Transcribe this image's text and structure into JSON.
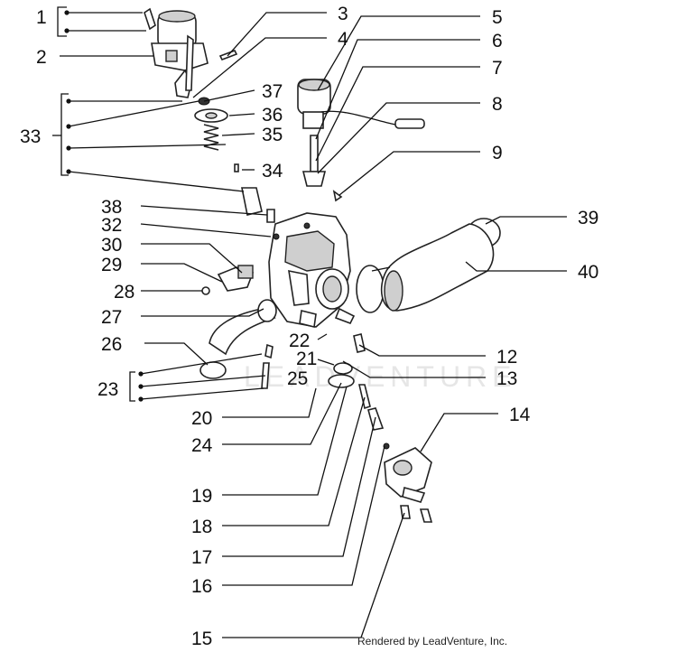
{
  "diagram": {
    "watermark": "LEADVENTURE",
    "credit": "Rendered by LeadVenture, Inc.",
    "callouts": [
      "1",
      "2",
      "3",
      "4",
      "5",
      "6",
      "7",
      "8",
      "9",
      "12",
      "13",
      "14",
      "15",
      "16",
      "17",
      "18",
      "19",
      "20",
      "21",
      "22",
      "23",
      "24",
      "25",
      "26",
      "27",
      "28",
      "29",
      "30",
      "32",
      "33",
      "34",
      "35",
      "36",
      "37",
      "38",
      "39",
      "40"
    ]
  }
}
